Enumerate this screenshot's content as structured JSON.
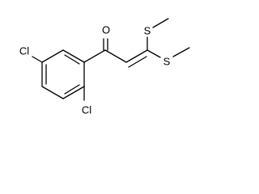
{
  "structure": {
    "atoms": {
      "carbonyl_oxygen": "O",
      "sulfur_upper": "S",
      "sulfur_lower": "S",
      "chlorine_ring_left": "Cl",
      "chlorine_ring_bottom": "Cl"
    }
  }
}
